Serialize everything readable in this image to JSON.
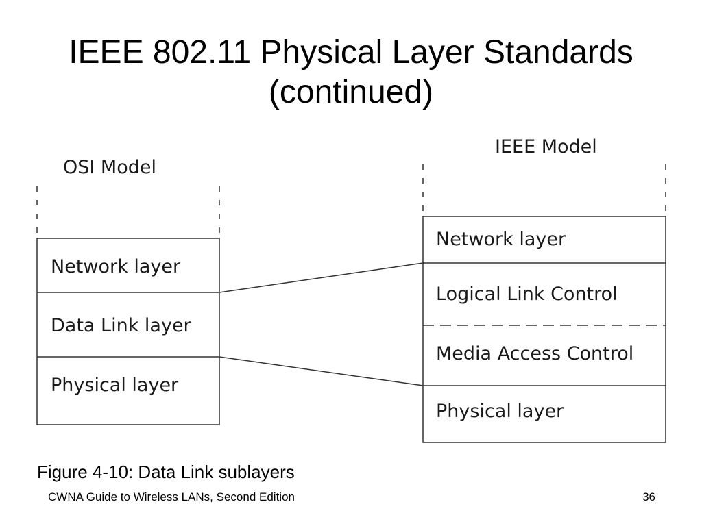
{
  "slide": {
    "title_line1": "IEEE 802.11 Physical Layer Standards",
    "title_line2": "(continued)",
    "caption": "Figure 4-10: Data Link sublayers",
    "footer": "CWNA Guide to Wireless LANs, Second Edition",
    "page_number": "36"
  },
  "diagram": {
    "osi_model": {
      "heading": "OSI Model",
      "layers": [
        "Network layer",
        "Data Link layer",
        "Physical layer"
      ]
    },
    "ieee_model": {
      "heading": "IEEE Model",
      "layers": [
        "Network layer",
        "Logical Link Control",
        "Media Access Control",
        "Physical layer"
      ]
    }
  }
}
